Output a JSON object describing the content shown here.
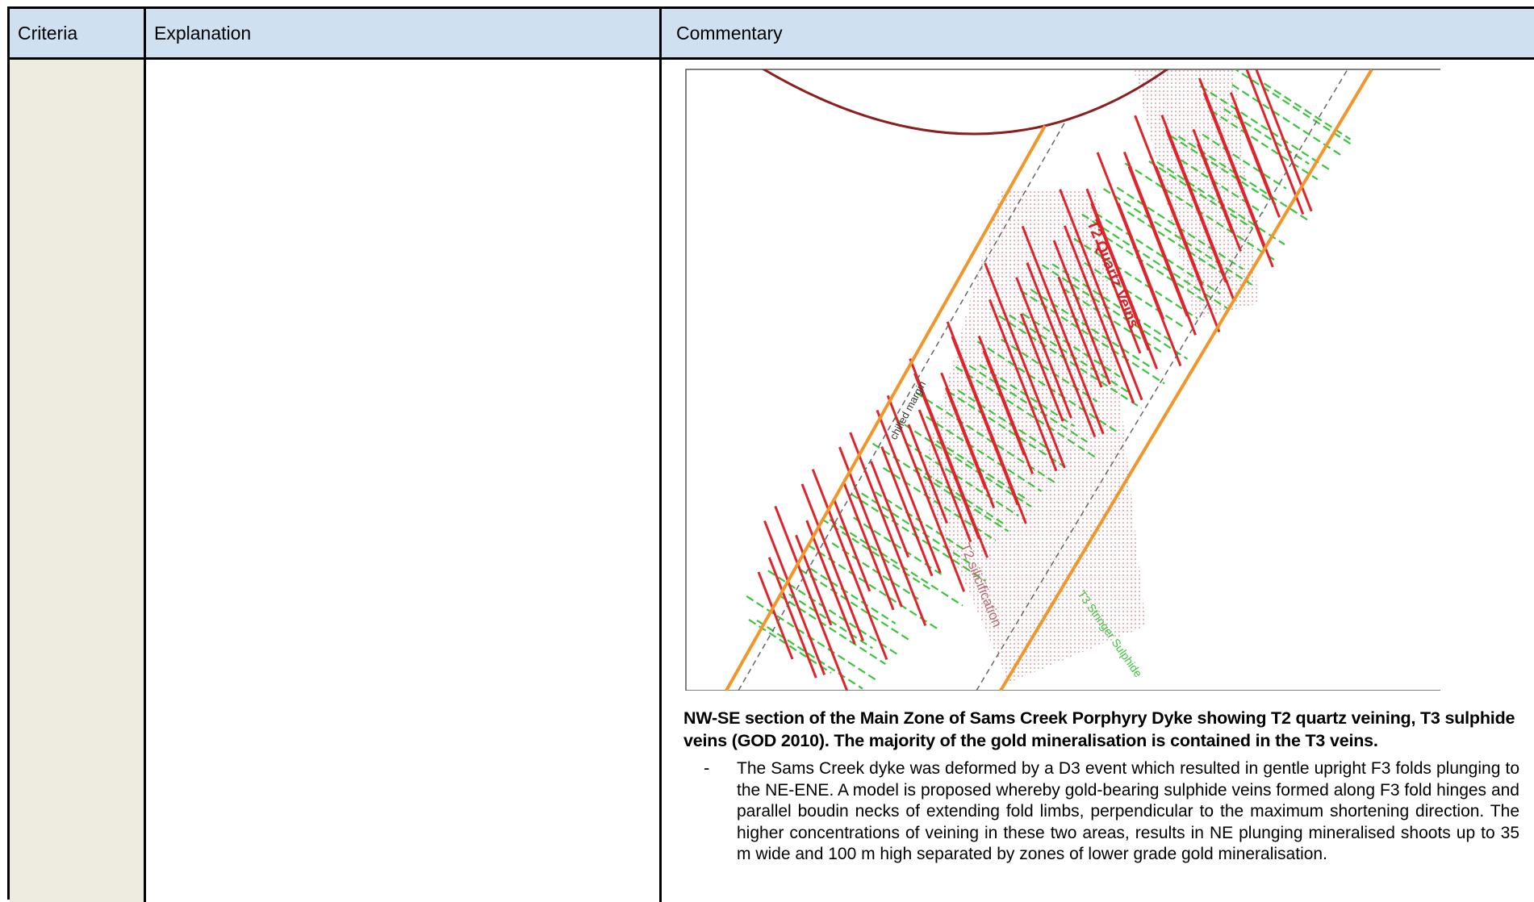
{
  "table": {
    "headers": {
      "criteria": "Criteria",
      "explanation": "Explanation",
      "commentary": "Commentary"
    }
  },
  "figure": {
    "labels": {
      "t2_veins": "T2 Quartz Veins",
      "chilled_margin": "chilled margin",
      "t2_silicification": "T2 silicification",
      "t3_stringer": "T3 Stringer Sulphide"
    },
    "colors": {
      "dyke_margin": "#f0962a",
      "t2_quartz_vein": "#e0242b",
      "t3_sulphide_vein": "#3cc43c",
      "fold_trace": "#8b1e1e",
      "silicification": "#c9727a"
    }
  },
  "commentary": {
    "caption": "NW-SE section of the Main Zone of Sams Creek Porphyry Dyke showing T2 quartz veining, T3 sulphide veins (GOD 2010). The majority of the gold mineralisation is contained in the T3 veins.",
    "bullet_marker": "-",
    "paragraph": "The Sams Creek dyke was deformed by a D3 event which resulted in gentle upright F3 folds plunging to the NE-ENE. A model is proposed whereby gold-bearing sulphide veins formed along F3 fold hinges and parallel boudin necks of extending fold limbs, perpendicular to the maximum shortening direction. The higher concentrations of veining in these two areas, results in NE plunging mineralised shoots up to 35 m wide and 100 m high separated by zones of lower grade gold mineralisation."
  }
}
